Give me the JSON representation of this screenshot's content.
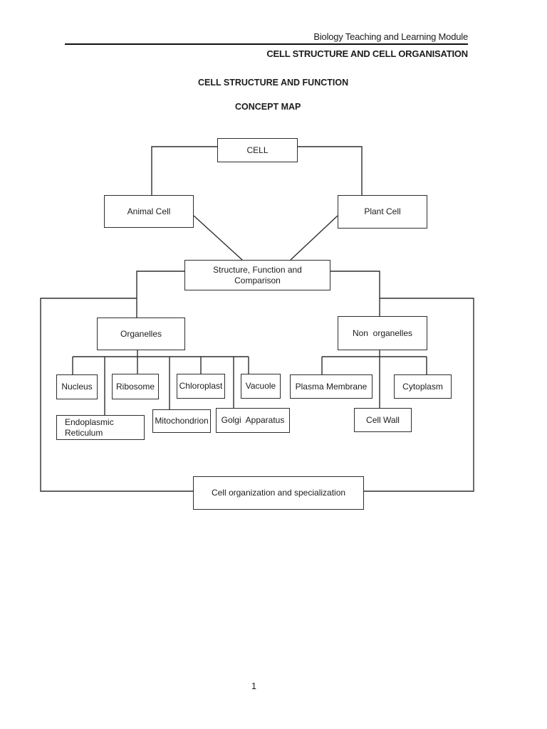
{
  "header": {
    "module_title": "Biology Teaching and Learning Module",
    "chapter_title": "CELL STRUCTURE AND CELL ORGANISATION"
  },
  "titles": {
    "main": "CELL STRUCTURE AND FUNCTION",
    "sub": "CONCEPT MAP"
  },
  "diagram": {
    "nodes": {
      "cell": {
        "label": "CELL"
      },
      "animal_cell": {
        "label": "Animal Cell"
      },
      "plant_cell": {
        "label": "Plant Cell"
      },
      "structure_function": {
        "line1": "Structure, Function and",
        "line2": "Comparison"
      },
      "organelles": {
        "label": "Organelles"
      },
      "non_organelles": {
        "label": "Non  organelles"
      },
      "nucleus": {
        "label": "Nucleus"
      },
      "ribosome": {
        "label": "Ribosome"
      },
      "chloroplast": {
        "label": "Chloroplast"
      },
      "vacuole": {
        "label": "Vacuole"
      },
      "plasma_membrane": {
        "label": "Plasma Membrane"
      },
      "cytoplasm": {
        "label": "Cytoplasm"
      },
      "endoplasmic_reticulum": {
        "line1": "Endoplasmic",
        "line2": "Reticulum"
      },
      "mitochondrion": {
        "label": "Mitochondrion"
      },
      "golgi_apparatus": {
        "label": "Golgi  Apparatus"
      },
      "cell_wall": {
        "label": "Cell Wall"
      },
      "cell_organization": {
        "label": "Cell organization and specialization"
      }
    }
  },
  "footer": {
    "page_number": "1"
  },
  "colors": {
    "line": "#2e2e2e",
    "text": "#1c1c1c",
    "background": "#ffffff"
  }
}
